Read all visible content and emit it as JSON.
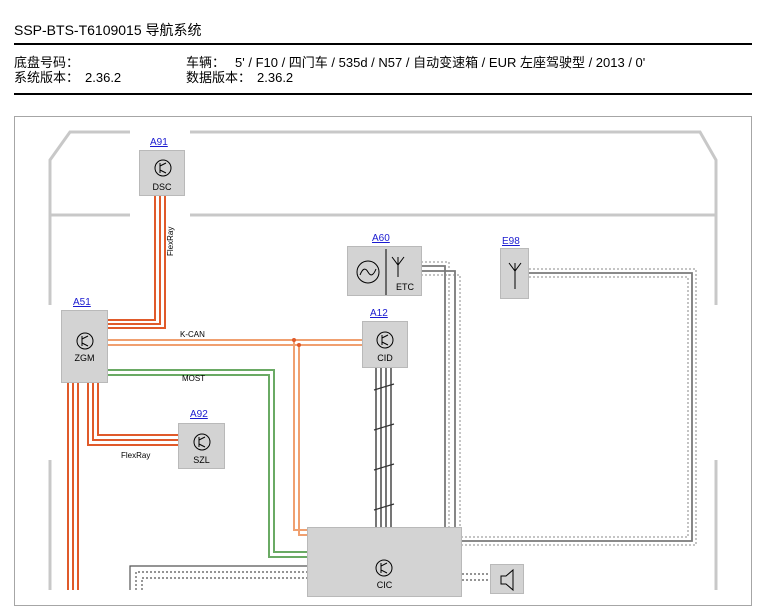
{
  "header": {
    "title": "SSP-BTS-T6109015 导航系统",
    "chassis_label": "底盘号码：",
    "vehicle_label": "车辆：",
    "vehicle_value": "5' / F10 / 四门车 / 535d / N57 / 自动变速箱 / EUR 左座驾驶型 / 2013 / 0'",
    "system_version_label": "系统版本：",
    "system_version_value": "2.36.2",
    "data_version_label": "数据版本：",
    "data_version_value": "2.36.2"
  },
  "components": {
    "dsc": {
      "ref": "A91",
      "code": "DSC"
    },
    "zgm": {
      "ref": "A51",
      "code": "ZGM"
    },
    "szl": {
      "ref": "A92",
      "code": "SZL"
    },
    "etc": {
      "ref": "A60",
      "code": "ETC"
    },
    "antenna": {
      "ref": "E98"
    },
    "cid": {
      "ref": "A12",
      "code": "CID"
    },
    "cic": {
      "code": "CIC"
    }
  },
  "wires": {
    "flexray_dsc": "FlexRay",
    "kcan": "K-CAN",
    "most": "MOST",
    "flexray_szl": "FlexRay"
  },
  "colors": {
    "flexray": "#e05a2a",
    "kcan": "#f0a070",
    "most": "#6aaa64",
    "coax": "#7a7a7a",
    "frame": "#c8c8c8"
  }
}
